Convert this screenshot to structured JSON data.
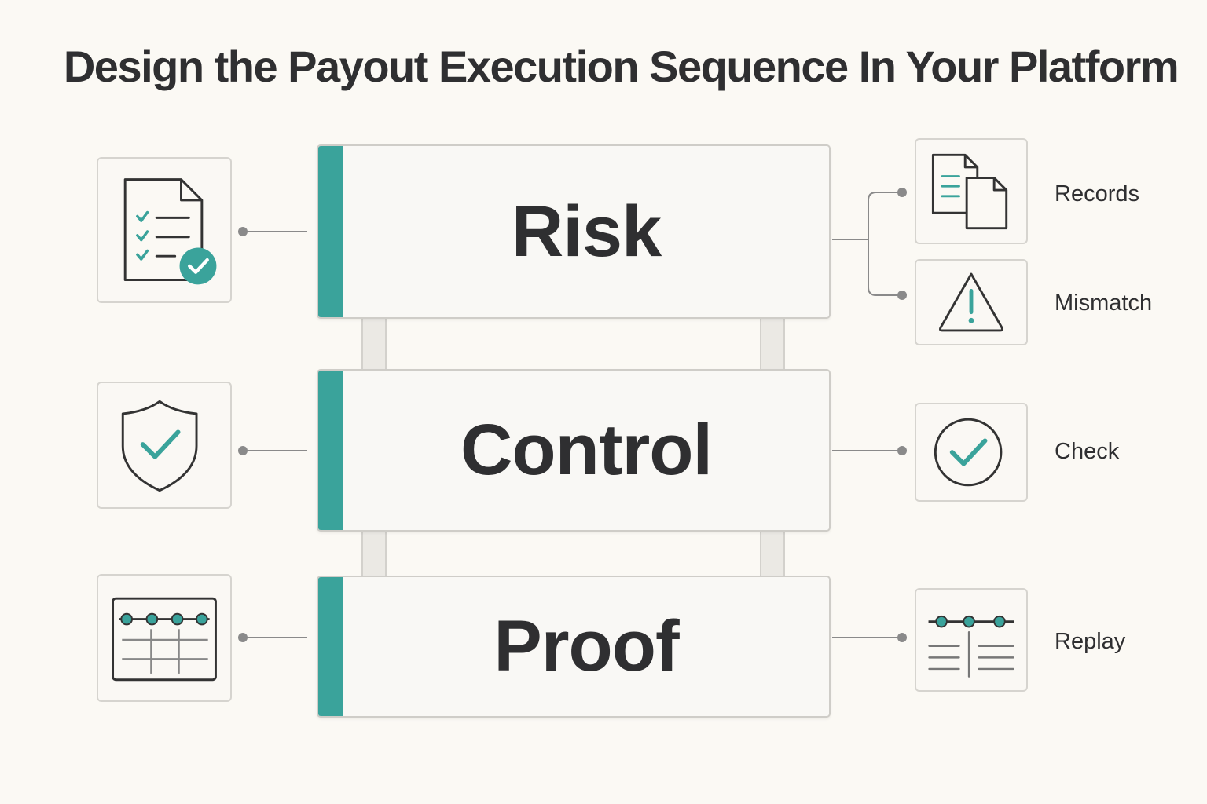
{
  "title": "Design the Payout Execution Sequence In Your Platform",
  "colors": {
    "accent": "#3aa39b",
    "background": "#fbf9f4",
    "text": "#2f2f31",
    "connector": "#8a8a8a"
  },
  "stages": [
    {
      "label": "Risk",
      "left_icon": "checklist-document-icon"
    },
    {
      "label": "Control",
      "left_icon": "shield-check-icon"
    },
    {
      "label": "Proof",
      "left_icon": "timeline-calendar-icon"
    }
  ],
  "outputs": [
    {
      "label": "Records",
      "icon": "documents-icon"
    },
    {
      "label": "Mismatch",
      "icon": "warning-triangle-icon"
    },
    {
      "label": "Check",
      "icon": "check-circle-icon"
    },
    {
      "label": "Replay",
      "icon": "timeline-table-icon"
    }
  ]
}
